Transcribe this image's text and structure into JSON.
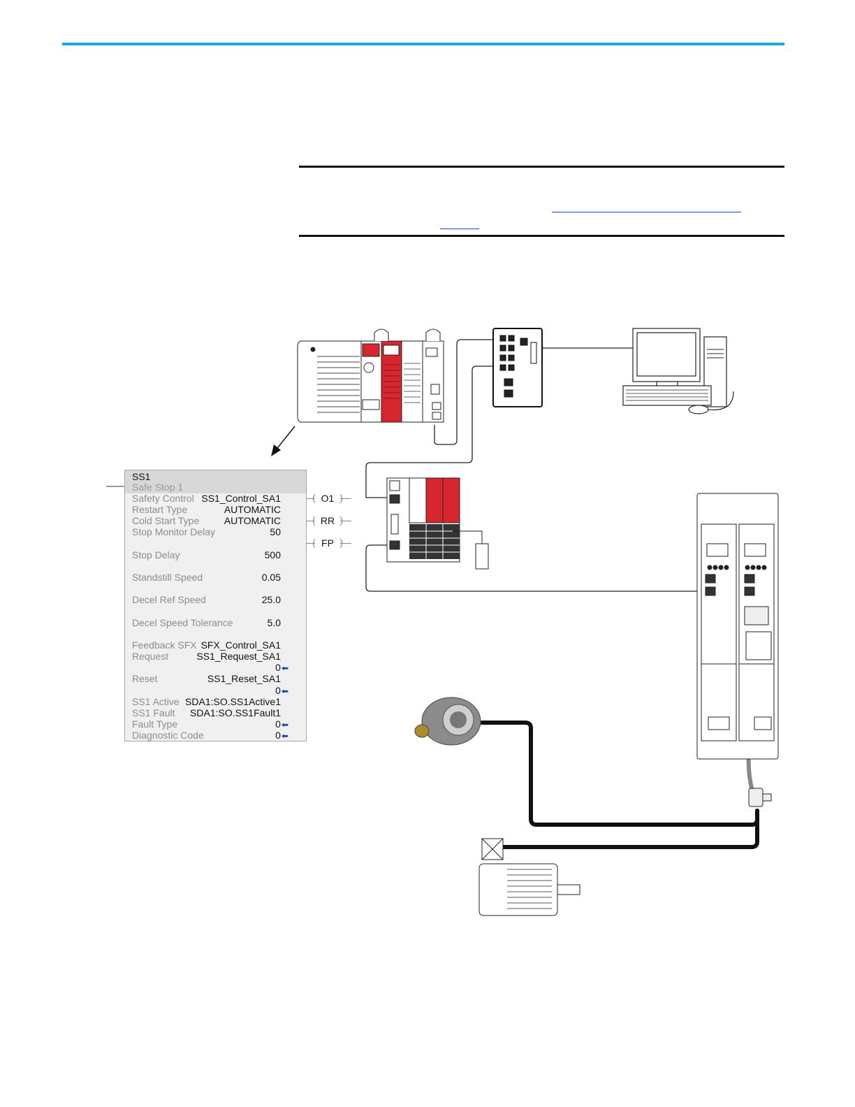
{
  "instruction_block": {
    "name": "SS1",
    "description": "Safe Stop 1",
    "params": [
      {
        "label": "Safety Control",
        "value": "SS1_Control_SA1"
      },
      {
        "label": "Restart Type",
        "value": "AUTOMATIC"
      },
      {
        "label": "Cold Start Type",
        "value": "AUTOMATIC"
      },
      {
        "label": "Stop Monitor Delay",
        "value": "50"
      },
      {
        "label": "Stop Delay",
        "value": "500"
      },
      {
        "label": "Standstill Speed",
        "value": "0.05"
      },
      {
        "label": "Decel Ref Speed",
        "value": "25.0"
      },
      {
        "label": "Decel Speed Tolerance",
        "value": "5.0"
      },
      {
        "label": "Feedback SFX",
        "value": "SFX_Control_SA1"
      },
      {
        "label": "Request",
        "value": "SS1_Request_SA1",
        "live": "0"
      },
      {
        "label": "Reset",
        "value": "SS1_Reset_SA1",
        "live": "0"
      },
      {
        "label": "SS1 Active",
        "value": "SDA1:SO.SS1Active1"
      },
      {
        "label": "SS1 Fault",
        "value": "SDA1:SO.SS1Fault1"
      },
      {
        "label": "Fault Type",
        "value": "0"
      },
      {
        "label": "Diagnostic Code",
        "value": "0"
      }
    ],
    "outputs": [
      "O1",
      "RR",
      "FP"
    ]
  },
  "colors": {
    "accent_rule": "#1ea7e1",
    "safety_module": "#d7262e",
    "link": "#1f3fcf"
  }
}
